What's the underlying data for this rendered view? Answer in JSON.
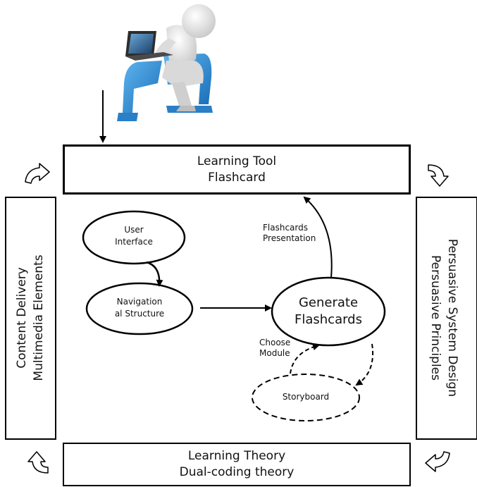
{
  "top_box": {
    "line1": "Learning Tool",
    "line2": "Flashcard"
  },
  "bottom_box": {
    "line1": "Learning Theory",
    "line2": "Dual-coding theory"
  },
  "left_box": {
    "line1": "Content Delivery",
    "line2": "Multimedia Elements"
  },
  "right_box": {
    "line1": "Persuasive System Design",
    "line2": "Persuasive Principles"
  },
  "nodes": {
    "user_interface": {
      "line1": "User",
      "line2": "Interface"
    },
    "navigational_structure": {
      "line1": "Navigation",
      "line2": "al Structure"
    },
    "generate_flashcards": {
      "line1": "Generate",
      "line2": "Flashcards"
    },
    "storyboard": {
      "label": "Storyboard"
    }
  },
  "edge_labels": {
    "presentation": {
      "line1": "Flashcards",
      "line2": "Presentation"
    },
    "choose_module": {
      "line1": "Choose",
      "line2": "Module"
    }
  },
  "icons": [
    "user-at-laptop-icon",
    "cycle-arrow-icon"
  ]
}
